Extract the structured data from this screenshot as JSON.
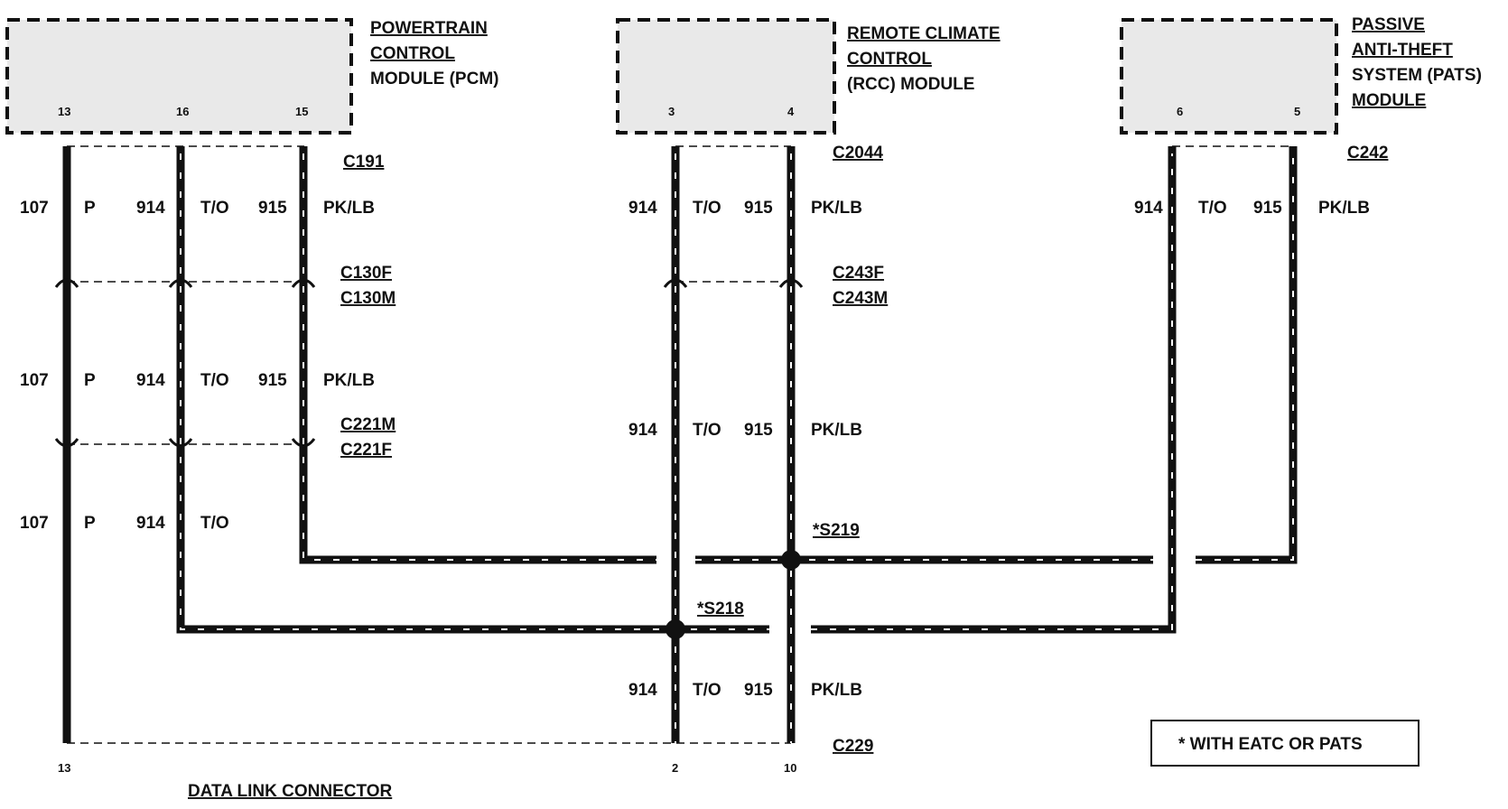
{
  "modules": {
    "pcm": {
      "lines": [
        "POWERTRAIN",
        "CONTROL",
        "MODULE (PCM)"
      ],
      "pins": [
        "13",
        "16",
        "15"
      ]
    },
    "rcc": {
      "lines": [
        "REMOTE CLIMATE",
        "CONTROL",
        "(RCC) MODULE"
      ],
      "pins": [
        "3",
        "4"
      ]
    },
    "pats": {
      "lines": [
        "PASSIVE",
        "ANTI-THEFT",
        "SYSTEM (PATS)",
        "MODULE"
      ],
      "pins": [
        "6",
        "5"
      ]
    },
    "dlc": {
      "label": "DATA LINK CONNECTOR",
      "pins": [
        "13",
        "2",
        "10"
      ]
    }
  },
  "connectors": {
    "c191": "C191",
    "c130f": "C130F",
    "c130m": "C130M",
    "c221m": "C221M",
    "c221f": "C221F",
    "c2044": "C2044",
    "c243f": "C243F",
    "c243m": "C243M",
    "c242": "C242",
    "c229": "C229"
  },
  "splices": {
    "s219": "*S219",
    "s218": "*S218"
  },
  "wires": {
    "c107": "107",
    "p": "P",
    "c914": "914",
    "to": "T/O",
    "c915": "915",
    "pklb": "PK/LB"
  },
  "legend": "*  WITH EATC OR PATS"
}
